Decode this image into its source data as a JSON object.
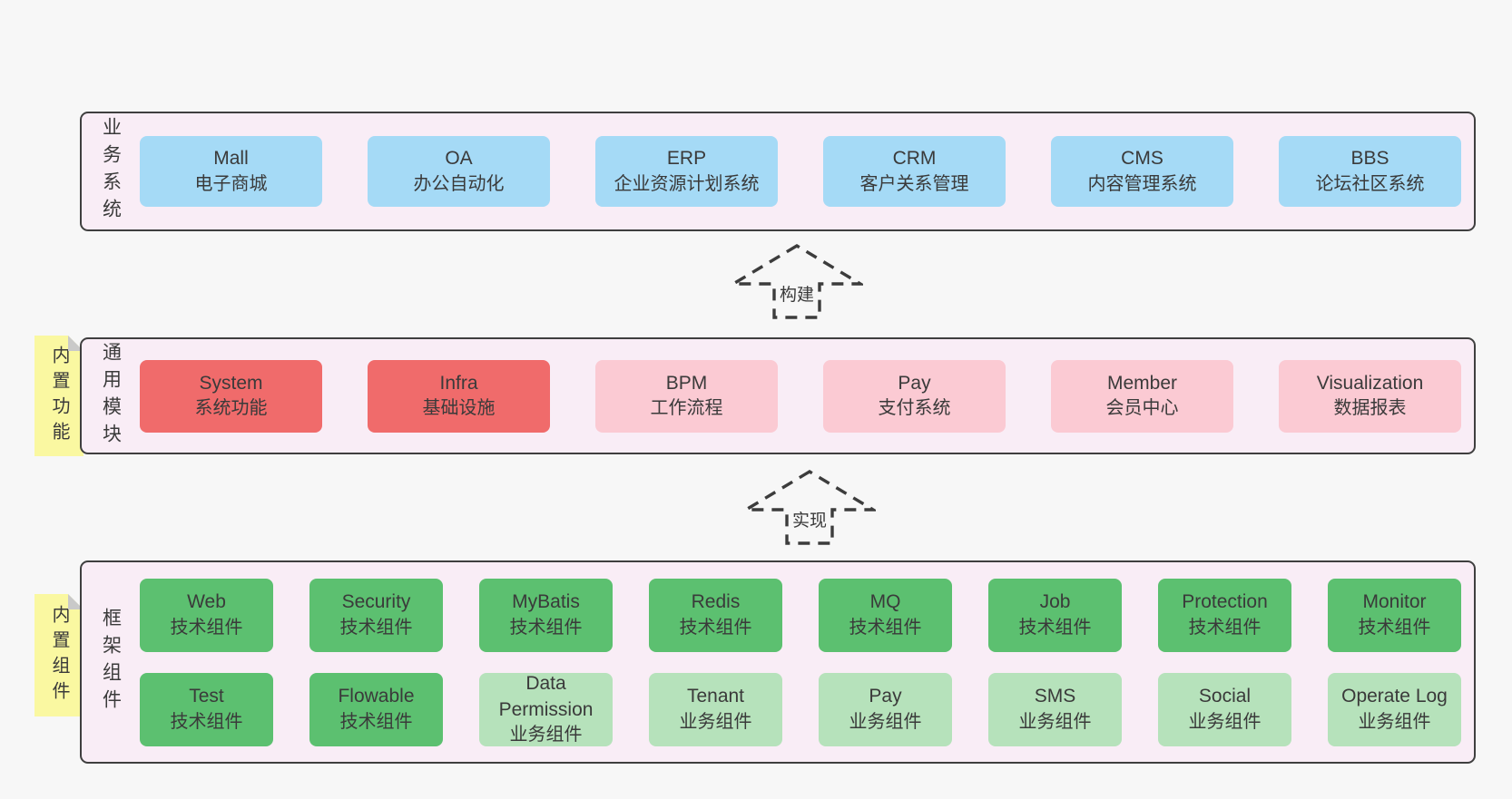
{
  "diagram": {
    "bands": [
      {
        "label": "业务系统",
        "sticky": null,
        "rows": [
          [
            {
              "en": "Mall",
              "zh": "电子商城",
              "variant": "blue"
            },
            {
              "en": "OA",
              "zh": "办公自动化",
              "variant": "blue"
            },
            {
              "en": "ERP",
              "zh": "企业资源计划系统",
              "variant": "blue"
            },
            {
              "en": "CRM",
              "zh": "客户关系管理",
              "variant": "blue"
            },
            {
              "en": "CMS",
              "zh": "内容管理系统",
              "variant": "blue"
            },
            {
              "en": "BBS",
              "zh": "论坛社区系统",
              "variant": "blue"
            }
          ]
        ]
      },
      {
        "label": "通用模块",
        "sticky": "内置功能",
        "rows": [
          [
            {
              "en": "System",
              "zh": "系统功能",
              "variant": "red"
            },
            {
              "en": "Infra",
              "zh": "基础设施",
              "variant": "red"
            },
            {
              "en": "BPM",
              "zh": "工作流程",
              "variant": "pink"
            },
            {
              "en": "Pay",
              "zh": "支付系统",
              "variant": "pink"
            },
            {
              "en": "Member",
              "zh": "会员中心",
              "variant": "pink"
            },
            {
              "en": "Visualization",
              "zh": "数据报表",
              "variant": "pink"
            }
          ]
        ]
      },
      {
        "label": "框架组件",
        "sticky": "内置组件",
        "rows": [
          [
            {
              "en": "Web",
              "zh": "技术组件",
              "variant": "green"
            },
            {
              "en": "Security",
              "zh": "技术组件",
              "variant": "green"
            },
            {
              "en": "MyBatis",
              "zh": "技术组件",
              "variant": "green"
            },
            {
              "en": "Redis",
              "zh": "技术组件",
              "variant": "green"
            },
            {
              "en": "MQ",
              "zh": "技术组件",
              "variant": "green"
            },
            {
              "en": "Job",
              "zh": "技术组件",
              "variant": "green"
            },
            {
              "en": "Protection",
              "zh": "技术组件",
              "variant": "green"
            },
            {
              "en": "Monitor",
              "zh": "技术组件",
              "variant": "green"
            }
          ],
          [
            {
              "en": "Test",
              "zh": "技术组件",
              "variant": "green"
            },
            {
              "en": "Flowable",
              "zh": "技术组件",
              "variant": "green"
            },
            {
              "en": "Data Permission",
              "zh": "业务组件",
              "variant": "lightgreen"
            },
            {
              "en": "Tenant",
              "zh": "业务组件",
              "variant": "lightgreen"
            },
            {
              "en": "Pay",
              "zh": "业务组件",
              "variant": "lightgreen"
            },
            {
              "en": "SMS",
              "zh": "业务组件",
              "variant": "lightgreen"
            },
            {
              "en": "Social",
              "zh": "业务组件",
              "variant": "lightgreen"
            },
            {
              "en": "Operate Log",
              "zh": "业务组件",
              "variant": "lightgreen"
            }
          ]
        ]
      }
    ],
    "arrows": [
      {
        "label": "构建"
      },
      {
        "label": "实现"
      }
    ]
  },
  "colors": {
    "page_bg": "#f7f7f7",
    "band_bg": "#f9edf6",
    "band_border": "#3f3f3f",
    "blue": "#a5daf6",
    "red": "#f06b6b",
    "pink": "#fbcad3",
    "green": "#5cc070",
    "light_green": "#b6e2bb",
    "sticky_bg": "#faf8a1",
    "sticky_fold": "#c9c9c9",
    "text": "#3a3a3a",
    "arrow": "#3c3c3c"
  }
}
